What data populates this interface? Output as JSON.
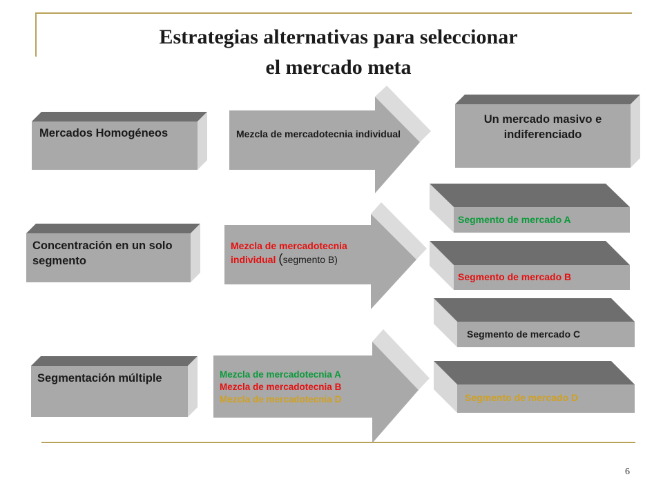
{
  "title": {
    "line1": "Estrategias alternativas para seleccionar",
    "line2": "el mercado meta"
  },
  "rows": {
    "homogeneous": {
      "box": "Mercados Homogéneos",
      "arrow": "Mezcla de mercadotecnia individual",
      "result": "Un mercado masivo e indiferenciado"
    },
    "concentration": {
      "box": "Concentración en un solo segmento",
      "arrow_line1": "Mezcla de mercadotecnia",
      "arrow_line2_a": "individual",
      "arrow_line2_paren": "(",
      "arrow_line2_b": "segmento B)"
    },
    "multiple": {
      "box": "Segmentación múltiple",
      "arrow_a": "Mezcla de mercadotecnia A",
      "arrow_b": "Mezcla de mercadotecnia B",
      "arrow_d": "Mezcla de mercadotecnia D"
    }
  },
  "segments": {
    "a": "Segmento de mercado A",
    "b": "Segmento de mercado B",
    "c": "Segmento de mercado C",
    "d": "Segmento de mercado D"
  },
  "page_number": "6",
  "colors": {
    "green": "#0a9a3a",
    "red": "#e60f0f",
    "gold": "#d0a020",
    "box_front": "#a9a9a9",
    "box_top": "#6e6e6e",
    "box_side": "#d8d8d8"
  }
}
